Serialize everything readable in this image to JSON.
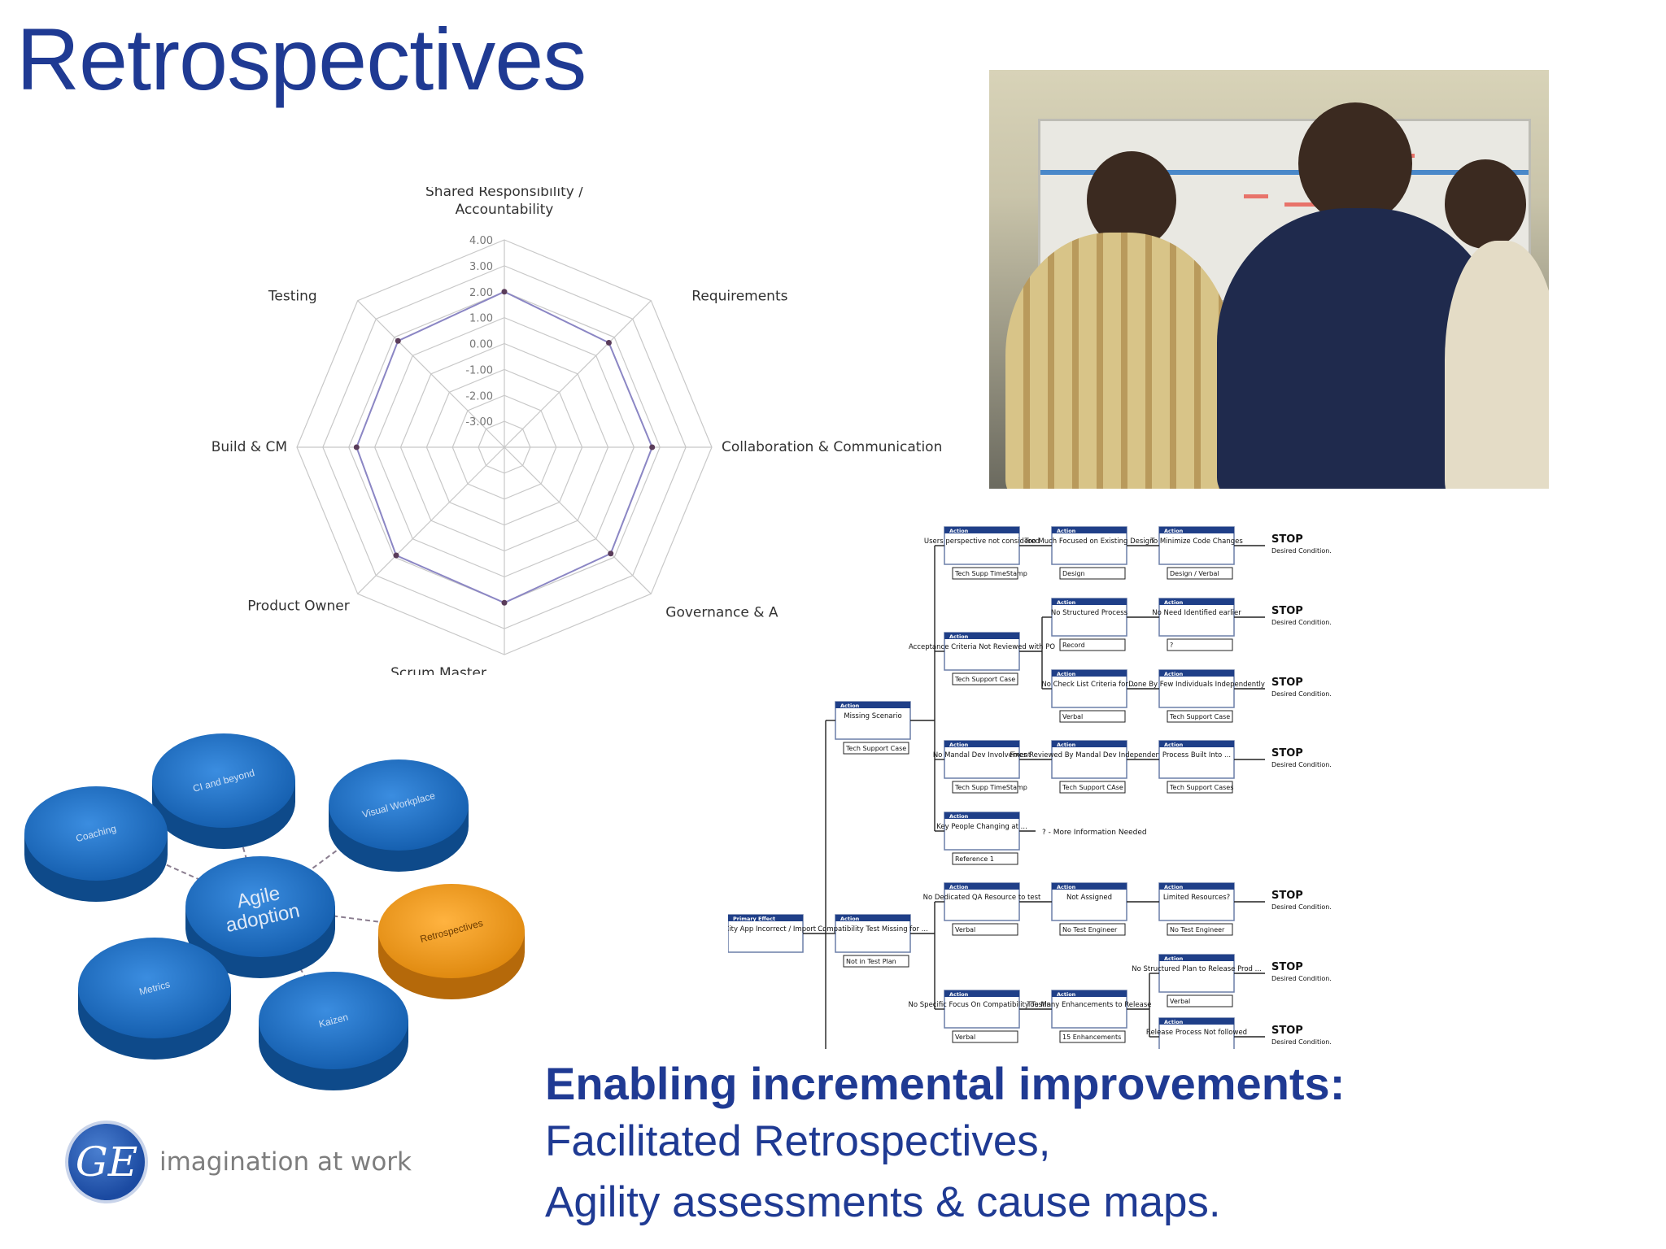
{
  "page": {
    "title": "Retrospectives"
  },
  "radar": {
    "axes": [
      "Shared Responsibility / Accountability",
      "Requirements",
      "Collaboration & Communication",
      "Governance & A",
      "Scrum Master",
      "Product Owner",
      "Build & CM",
      "Testing"
    ],
    "axis_label_lines": [
      [
        "Shared Responsibility /",
        "Accountability"
      ],
      [
        "Requirements"
      ],
      [
        "Collaboration & Communication"
      ],
      [
        "Governance & A"
      ],
      [
        "Scrum Master"
      ],
      [
        "Product Owner"
      ],
      [
        "Build & CM"
      ],
      [
        "Testing"
      ]
    ],
    "ticks": [
      "4.00",
      "3.00",
      "2.00",
      "1.00",
      "0.00",
      "-1.00",
      "-2.00",
      "-3.00"
    ],
    "tick_values": [
      4,
      3,
      2,
      1,
      0,
      -1,
      -2,
      -3
    ],
    "range": [
      -4,
      4
    ],
    "values": [
      2.0,
      1.7,
      1.7,
      1.8,
      2.0,
      1.9,
      1.7,
      1.8
    ],
    "colors": {
      "grid": "#c8c8c8",
      "series": "#8b86c4",
      "marker": "#5a3c5a",
      "text": "#333333"
    }
  },
  "photo": {
    "colors": {
      "board": "#e9e8e2",
      "stripe": "#4a88c9",
      "sticky": "#e8736a"
    }
  },
  "cause_map": {
    "primary": {
      "header": "Primary Effect",
      "text": "Pack City App Incorrect / Import ... "
    },
    "level1": [
      {
        "text": "Missing Scenario",
        "evidence": "Tech Support Case"
      },
      {
        "text": "Compatibility Test Missing for ...",
        "evidence": "Not in Test Plan"
      }
    ],
    "level2": [
      {
        "text": "Users perspective not considered",
        "evidence": "Tech Supp TimeStamp"
      },
      {
        "text": "Acceptance Criteria Not Reviewed with PO",
        "evidence": "Tech Support Case"
      },
      {
        "text": "No Mandal Dev Involvement",
        "evidence": "Tech Supp TimeStamp"
      },
      {
        "text": "Key People Changing at ...",
        "evidence": "Reference 1"
      },
      {
        "text": "No Dedicated QA Resource to test",
        "evidence": "Verbal"
      },
      {
        "text": "No Specific Focus On Compatibility Testing",
        "evidence": "Verbal"
      }
    ],
    "level3": [
      {
        "text": "Too Much Focused on Existing Design",
        "evidence": "Design"
      },
      {
        "text": "No Structured Process",
        "evidence": "Record"
      },
      {
        "text": "No Check List Criteria for ...",
        "evidence": "Verbal"
      },
      {
        "text": "Fixes Reviewed By Mandal Dev Independently",
        "evidence": "Tech Support CAse"
      },
      {
        "text": "Not Assigned",
        "evidence": "No Test Engineer"
      },
      {
        "text": "Too Many Enhancements to Release",
        "evidence": "15 Enhancements"
      }
    ],
    "level4": [
      {
        "text": "To Minimize Code Changes",
        "evidence": "Design / Verbal"
      },
      {
        "text": "No Need Identified earlier",
        "evidence": "?"
      },
      {
        "text": "Done By Few Individuals Independently",
        "evidence": "Tech Support Case"
      },
      {
        "text": "Process Built Into ...",
        "evidence": "Tech Support Cases"
      },
      {
        "text": "Limited Resources?",
        "evidence": "No Test Engineer"
      },
      {
        "text": "No Structured Plan to Release Prod ...",
        "evidence": "Verbal"
      },
      {
        "text": "Release Process Not followed",
        "evidence": ""
      }
    ],
    "action_label": "Action",
    "stop_label": "STOP",
    "stop_sub": "Desired Condition.",
    "info_needed": "? - More Information Needed"
  },
  "cloud": {
    "center": [
      "Agile",
      "adoption"
    ],
    "nodes": [
      {
        "label": "CI and beyond",
        "color": "#1e6fc0"
      },
      {
        "label": "Visual Workplace",
        "color": "#1e6fc0"
      },
      {
        "label": "Coaching",
        "color": "#1e6fc0"
      },
      {
        "label": "Retrospectives",
        "color": "#f29a1b"
      },
      {
        "label": "Metrics",
        "color": "#1e6fc0"
      },
      {
        "label": "Kaizen",
        "color": "#1e6fc0"
      }
    ]
  },
  "caption": {
    "heading": "Enabling incremental improvements:",
    "line1": "Facilitated Retrospectives,",
    "line2": "Agility assessments &  cause maps."
  },
  "logo": {
    "monogram": "GE",
    "tagline": "imagination at work"
  }
}
